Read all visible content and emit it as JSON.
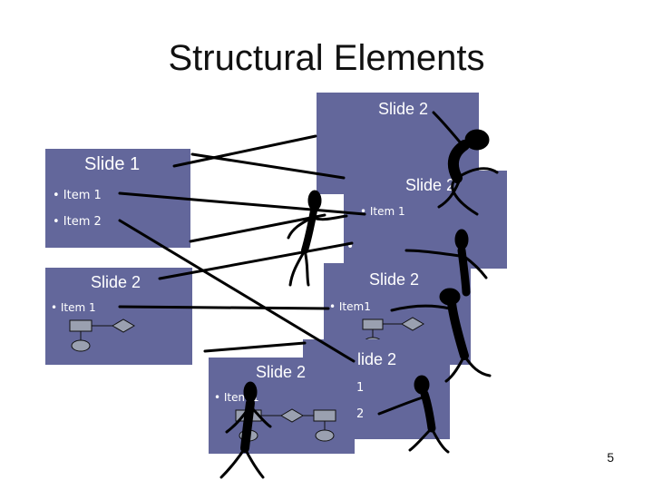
{
  "title": "Structural Elements",
  "slides": {
    "slide1": {
      "heading": "Slide 1",
      "items": [
        "• Item 1",
        "• Item 2"
      ]
    },
    "slide2_top": {
      "heading": "Slide 2"
    },
    "slide2_right": {
      "heading": "Slide 2",
      "item": "• Item 1",
      "bullet": "•"
    },
    "slide2_left": {
      "heading": "Slide 2",
      "item": "• Item 1"
    },
    "slide2_mid": {
      "heading": "Slide 2",
      "item": "• Item1"
    },
    "slide2_lower": {
      "heading": "Slide 2",
      "item": "• Item 1"
    },
    "slide_partial": {
      "heading": "lide 2",
      "item1": "1",
      "item2": "2"
    }
  },
  "page_number": "5",
  "colors": {
    "slide_bg": "#63679b",
    "ink": "#000000"
  },
  "icons": [
    "stick-figure-icon",
    "flowchart-icon"
  ]
}
